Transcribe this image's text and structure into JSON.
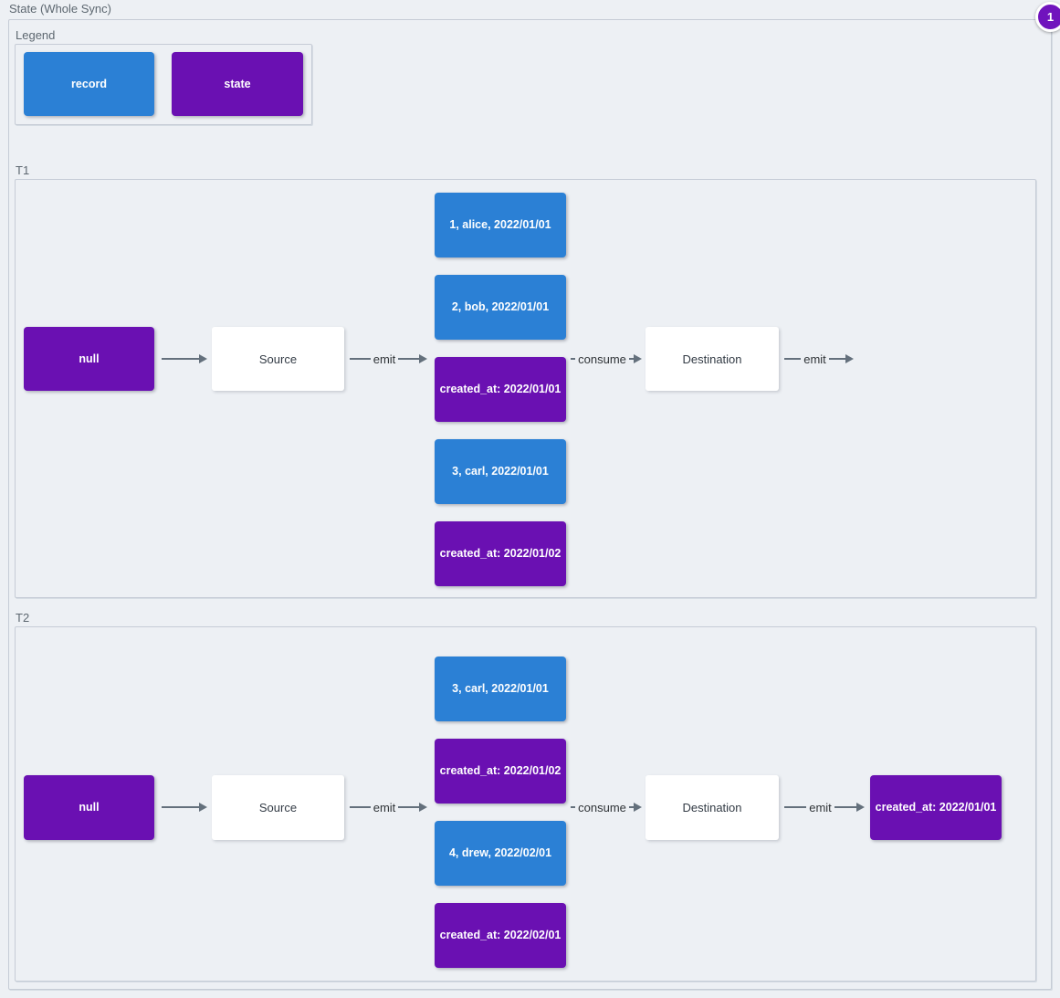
{
  "theme": {
    "bg": "#edf0f4",
    "record": "#2b80d5",
    "state": "#6a10b2",
    "node-white": "#ffffff",
    "arrow": "#64707c",
    "border": "#c6ccd6",
    "label": "#5d6770",
    "edge-text": "#2f3337",
    "badge": "#7013bd"
  },
  "badge": {
    "value": "1"
  },
  "title": "State (Whole Sync)",
  "legend": {
    "label": "Legend",
    "record": "record",
    "state": "state"
  },
  "t1": {
    "label": "T1",
    "null_state": "null",
    "source": "Source",
    "destination": "Destination",
    "emit_label": "emit",
    "consume_label": "consume",
    "emit_out_label": "emit",
    "stack": [
      {
        "type": "record",
        "label": "1, alice, 2022/01/01"
      },
      {
        "type": "record",
        "label": "2, bob, 2022/01/01"
      },
      {
        "type": "state",
        "label": "created_at: 2022/01/01"
      },
      {
        "type": "record",
        "label": "3, carl, 2022/01/01"
      },
      {
        "type": "state",
        "label": "created_at: 2022/01/02"
      }
    ]
  },
  "t2": {
    "label": "T2",
    "null_state": "null",
    "source": "Source",
    "destination": "Destination",
    "emit_label": "emit",
    "consume_label": "consume",
    "emit_out_label": "emit",
    "stack": [
      {
        "type": "record",
        "label": "3, carl, 2022/01/01"
      },
      {
        "type": "state",
        "label": "created_at: 2022/01/02"
      },
      {
        "type": "record",
        "label": "4, drew, 2022/02/01"
      },
      {
        "type": "state",
        "label": "created_at: 2022/02/01"
      }
    ],
    "output_state": "created_at: 2022/01/01"
  }
}
